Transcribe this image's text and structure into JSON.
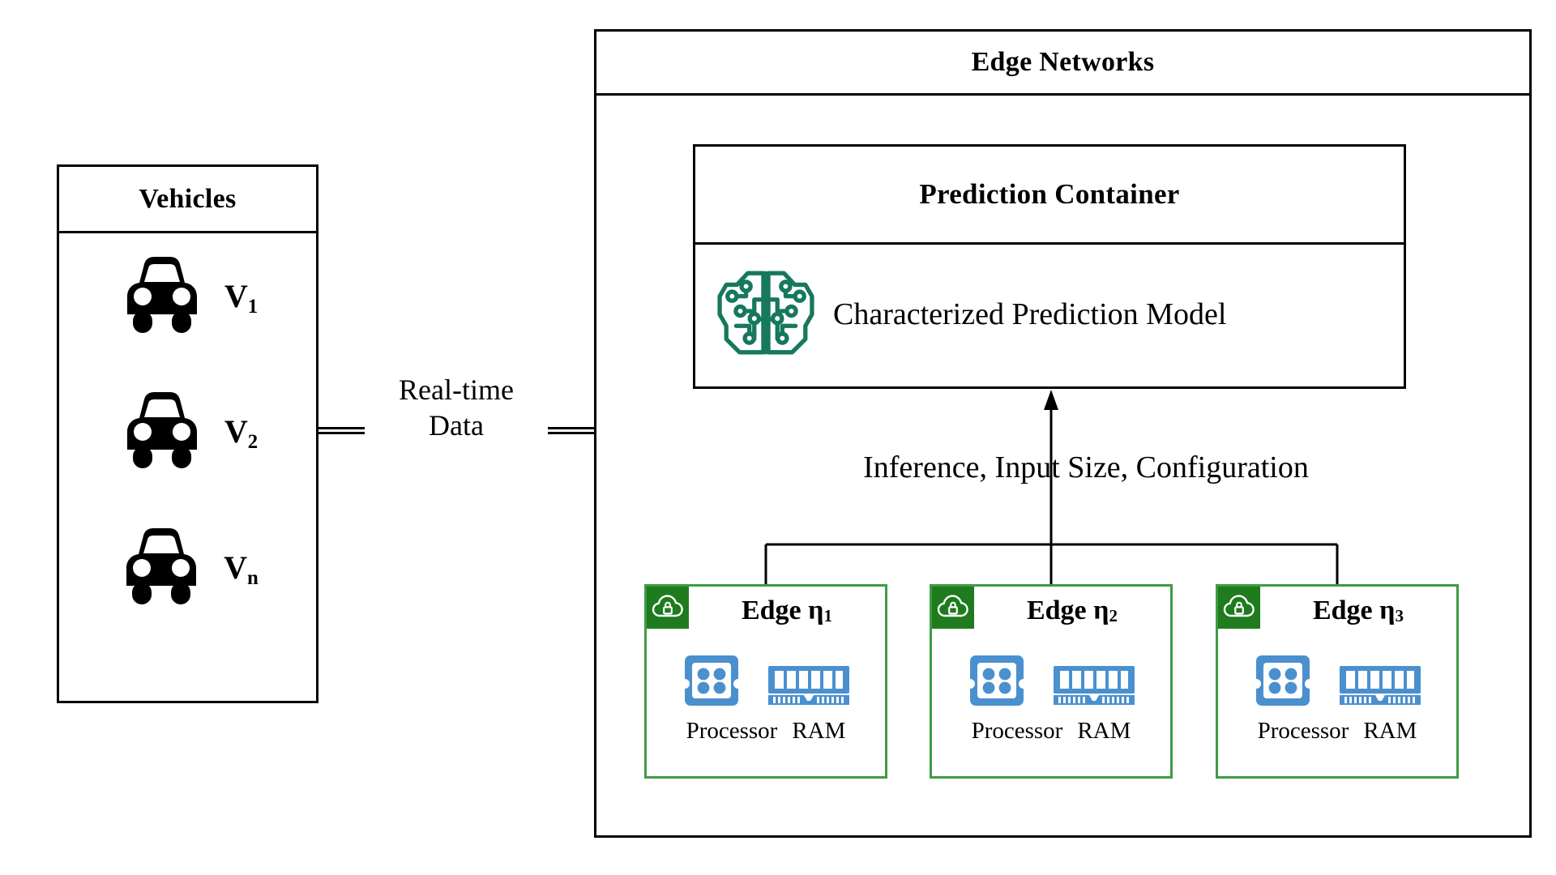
{
  "colors": {
    "stroke_black": "#000000",
    "edge_border_green": "#3f9b42",
    "cloud_badge_green": "#1e7b1e",
    "hardware_blue": "#4a90cf",
    "brain_teal": "#16785c",
    "background": "#ffffff"
  },
  "vehicles_panel": {
    "title": "Vehicles",
    "items": [
      {
        "icon": "car-icon",
        "label": "V",
        "subscript": "1"
      },
      {
        "icon": "car-icon",
        "label": "V",
        "subscript": "2"
      },
      {
        "icon": "car-icon",
        "label": "V",
        "subscript": "n"
      }
    ]
  },
  "link": {
    "label_line1": "Real-time",
    "label_line2": "Data",
    "connector": "double-line-bus"
  },
  "edge_networks": {
    "title": "Edge Networks",
    "prediction_container": {
      "title": "Prediction Container",
      "model_icon": "ai-brain-circuit-icon",
      "model_label": "Characterized Prediction Model"
    },
    "flow_label": "Inference, Input Size, Configuration",
    "flow_arrow_direction": "up",
    "nodes": [
      {
        "badge_icon": "cloud-lock-icon",
        "title": "Edge",
        "symbol": "η",
        "subscript": "1",
        "hardware": [
          {
            "icon": "cpu-icon",
            "label": "Processor"
          },
          {
            "icon": "ram-icon",
            "label": "RAM"
          }
        ]
      },
      {
        "badge_icon": "cloud-lock-icon",
        "title": "Edge",
        "symbol": "η",
        "subscript": "2",
        "hardware": [
          {
            "icon": "cpu-icon",
            "label": "Processor"
          },
          {
            "icon": "ram-icon",
            "label": "RAM"
          }
        ]
      },
      {
        "badge_icon": "cloud-lock-icon",
        "title": "Edge",
        "symbol": "η",
        "subscript": "3",
        "hardware": [
          {
            "icon": "cpu-icon",
            "label": "Processor"
          },
          {
            "icon": "ram-icon",
            "label": "RAM"
          }
        ]
      }
    ]
  }
}
